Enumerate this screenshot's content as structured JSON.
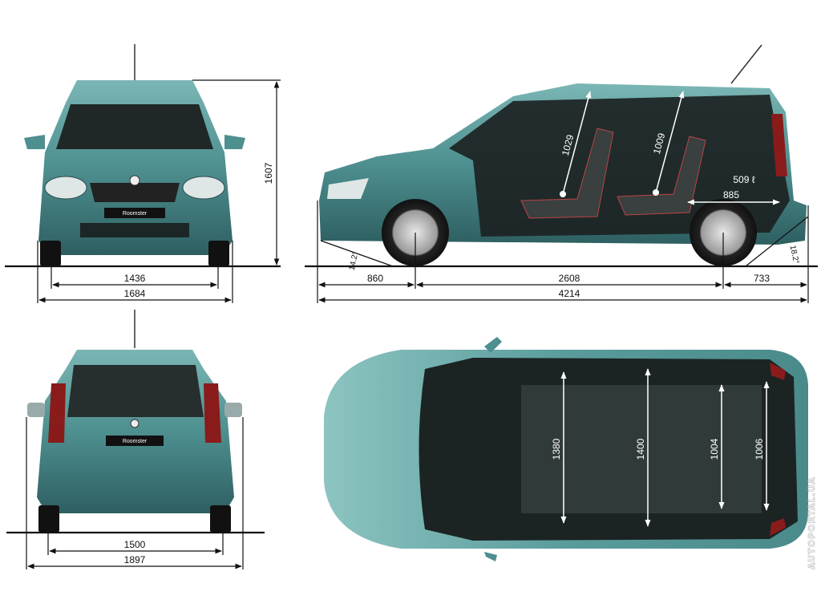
{
  "title": "Roomster dimensions",
  "colors": {
    "body": "#4e8f90",
    "body_light": "#7bb7b5",
    "body_dark": "#2c5a5c",
    "interior": "#1d2222",
    "line": "#111111"
  },
  "front_view": {
    "plate": "Roomster",
    "height": "1607",
    "track": "1436",
    "width": "1684"
  },
  "rear_view": {
    "plate": "Roomster",
    "track": "1500",
    "width_mirrors": "1897"
  },
  "side_view": {
    "front_headroom": "1029",
    "rear_headroom": "1009",
    "boot_volume": "509 ℓ",
    "boot_length": "885",
    "approach_angle": "14.2°",
    "departure_angle": "18.2°",
    "front_overhang": "860",
    "wheelbase": "2608",
    "rear_overhang": "733",
    "length": "4214"
  },
  "top_view": {
    "front_elbow_width": "1380",
    "rear_elbow_width": "1400",
    "boot_width_between_arches": "1004",
    "boot_width": "1006"
  },
  "watermark": "AUTOPORTAL.UA"
}
